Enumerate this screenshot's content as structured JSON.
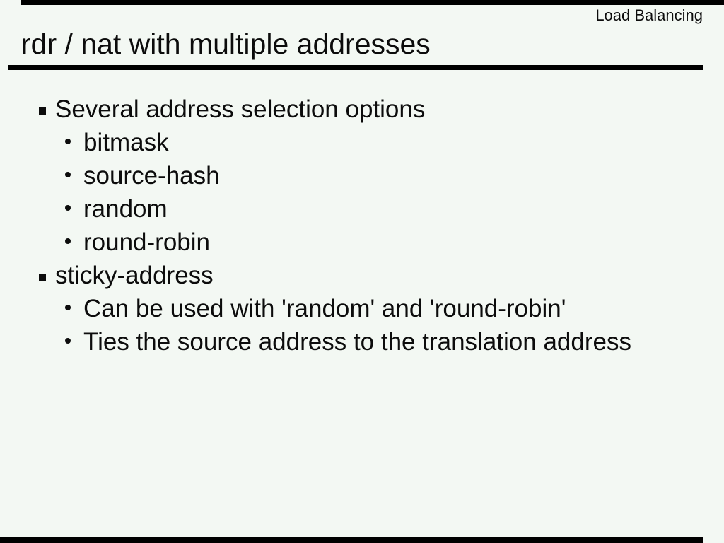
{
  "slide": {
    "corner_label": "Load Balancing",
    "title": "rdr / nat with multiple addresses",
    "bullets": [
      {
        "level": 1,
        "text": "Several address selection options"
      },
      {
        "level": 2,
        "text": "bitmask"
      },
      {
        "level": 2,
        "text": "source-hash"
      },
      {
        "level": 2,
        "text": "random"
      },
      {
        "level": 2,
        "text": "round-robin"
      },
      {
        "level": 1,
        "text": "sticky-address"
      },
      {
        "level": 2,
        "text": "Can be used with 'random' and 'round-robin'"
      },
      {
        "level": 2,
        "text": "Ties the source address to the translation address"
      }
    ],
    "colors": {
      "background": "#f3f8f3",
      "text": "#0c0c0c",
      "rule": "#000000",
      "edge_bar": "#000000"
    }
  }
}
